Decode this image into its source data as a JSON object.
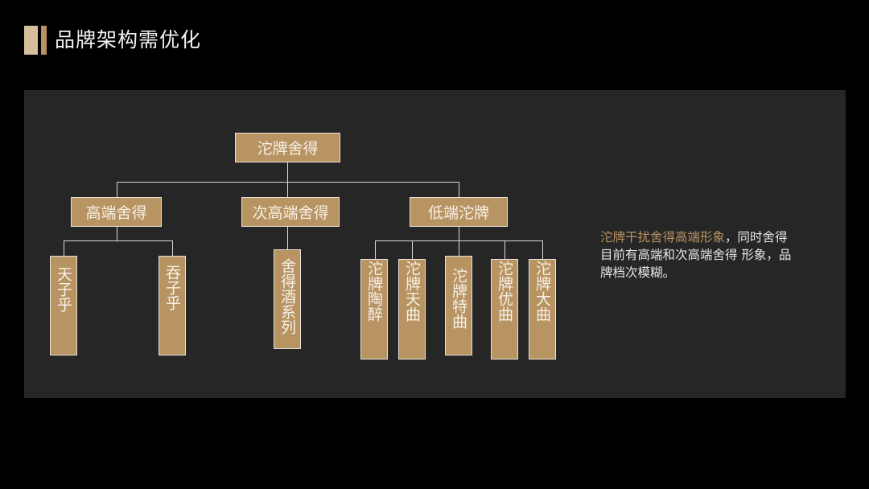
{
  "header": {
    "title": "品牌架构需优化"
  },
  "chart": {
    "root": {
      "label": "沱牌舍得"
    },
    "branches": [
      {
        "label": "高端舍得",
        "children": [
          "天子乎",
          "吞子乎"
        ]
      },
      {
        "label": "次高端舍得",
        "children": [
          "舍得酒系列"
        ]
      },
      {
        "label": "低端沱牌",
        "children": [
          "沱牌陶醉",
          "沱牌天曲",
          "沱牌特曲",
          "沱牌优曲",
          "沱牌大曲"
        ]
      }
    ]
  },
  "note": {
    "highlight": "沱牌干扰舍得高端形象",
    "rest": "，同时舍得目前有高端和次高端舍得 形象，品牌档次模糊。"
  },
  "colors": {
    "accent": "#b89463",
    "accent_light": "#d6bf9d",
    "panel": "#262626",
    "background": "#000000"
  }
}
